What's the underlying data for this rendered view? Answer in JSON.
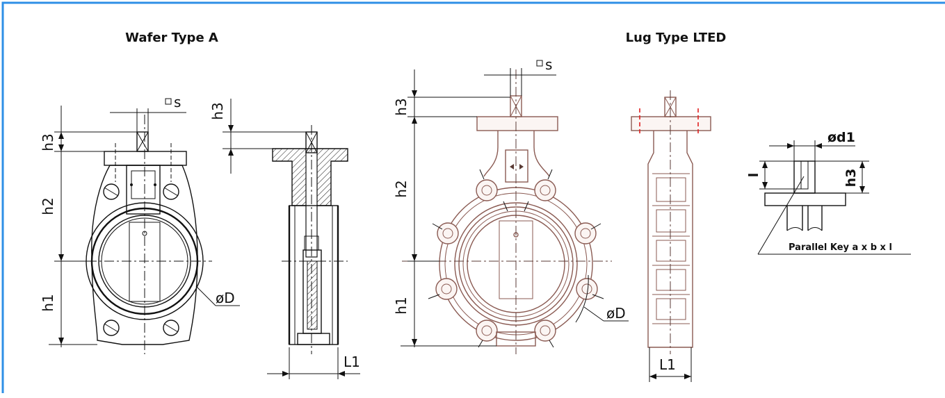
{
  "titles": {
    "wafer": "Wafer Type A",
    "lug": "Lug Type LTED"
  },
  "labels": {
    "s": "s",
    "h1": "h1",
    "h2": "h2",
    "h3": "h3",
    "D": "øD",
    "L1": "L1",
    "d1": "ød1",
    "l": "l",
    "key": "Parallel Key a x b x l"
  },
  "colors": {
    "frame": "#2e8fe6",
    "line": "#111111",
    "lug_line": "#8a5a52",
    "flange_hole": "#e02020"
  }
}
